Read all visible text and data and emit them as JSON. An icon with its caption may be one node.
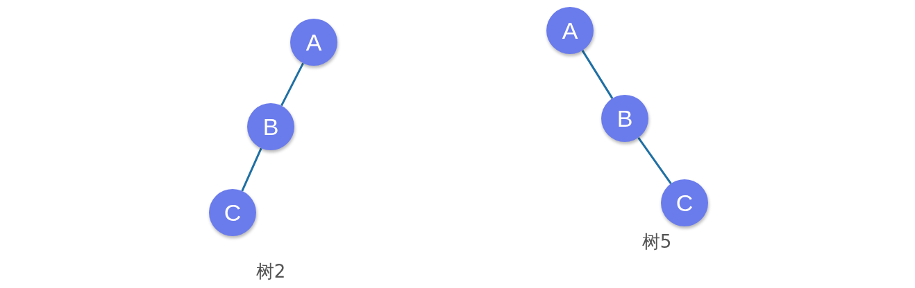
{
  "diagram": {
    "nodes": [
      {
        "text": [
          "A"
        ]
      },
      {
        "text": [
          "B"
        ]
      },
      {
        "text": [
          "C"
        ]
      },
      {
        "text": [
          "A"
        ]
      },
      {
        "text": [
          "B"
        ]
      },
      {
        "text": [
          "C"
        ]
      }
    ],
    "edges": [
      {
        "from": 0,
        "to": 1,
        "arrow": "none"
      },
      {
        "from": 1,
        "to": 2,
        "arrow": "none"
      },
      {
        "from": 3,
        "to": 4,
        "arrow": "none"
      },
      {
        "from": 4,
        "to": 5,
        "arrow": "none"
      }
    ],
    "labels": [
      "树2",
      "树5"
    ]
  }
}
